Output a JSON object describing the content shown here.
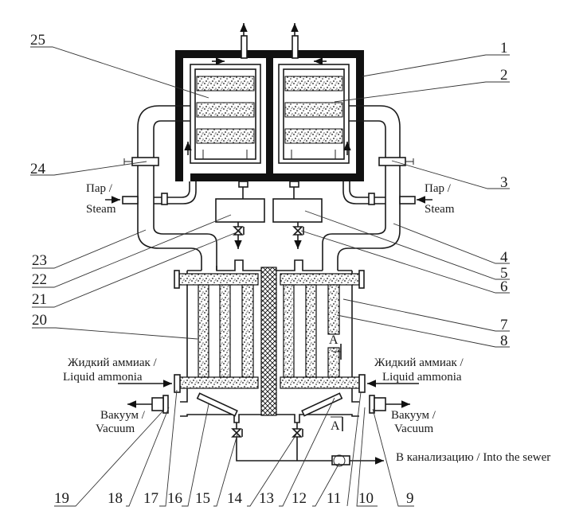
{
  "diagram": {
    "type": "process-schematic",
    "subject": "Ammonia refrigeration / adsorption apparatus with steam heating, vacuum and sewer discharge",
    "labels": {
      "steam_left": [
        "Пар /",
        "Steam"
      ],
      "steam_right": [
        "Пар /",
        "Steam"
      ],
      "ammonia_left": [
        "Жидкий аммиак /",
        "Liquid ammonia"
      ],
      "ammonia_right": [
        "Жидкий аммиак /",
        "Liquid ammonia"
      ],
      "vacuum_left": [
        "Вакуум /",
        "Vacuum"
      ],
      "vacuum_right": [
        "Вакуум /",
        "Vacuum"
      ],
      "sewer": "В канализацию / Into the sewer",
      "section_mark": "A"
    },
    "callouts": [
      "1",
      "2",
      "3",
      "4",
      "5",
      "6",
      "7",
      "8",
      "9",
      "10",
      "11",
      "12",
      "13",
      "14",
      "15",
      "16",
      "17",
      "18",
      "19",
      "20",
      "21",
      "22",
      "23",
      "24",
      "25"
    ],
    "colors": {
      "ink": "#1a1a1a",
      "background": "#ffffff"
    }
  }
}
